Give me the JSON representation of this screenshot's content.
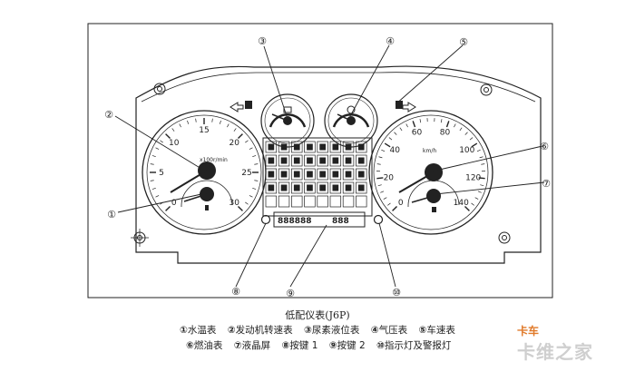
{
  "title": "低配仪表(J6P)",
  "legend": [
    {
      "num": "①",
      "text": "水温表"
    },
    {
      "num": "②",
      "text": "发动机转速表"
    },
    {
      "num": "③",
      "text": "尿素液位表"
    },
    {
      "num": "④",
      "text": "气压表"
    },
    {
      "num": "⑤",
      "text": "车速表"
    },
    {
      "num": "⑥",
      "text": "燃油表"
    },
    {
      "num": "⑦",
      "text": "液晶屏"
    },
    {
      "num": "⑧",
      "text": "按键 1"
    },
    {
      "num": "⑨",
      "text": "按键 2"
    },
    {
      "num": "⑩",
      "text": "指示灯及警报灯"
    }
  ],
  "callouts": [
    "①",
    "②",
    "③",
    "④",
    "⑤",
    "⑥",
    "⑦",
    "⑧",
    "⑨",
    "⑩"
  ],
  "tachometer": {
    "scale": [
      "0",
      "5",
      "10",
      "15",
      "20",
      "25",
      "30"
    ],
    "unit": "x100r/min"
  },
  "speedometer": {
    "scale": [
      "0",
      "20",
      "40",
      "60",
      "80",
      "100",
      "120",
      "140"
    ],
    "unit": "km/h"
  },
  "lcd": {
    "odometer": "888888",
    "trip": "888"
  },
  "watermark": {
    "top": "卡车",
    "bottom": "卡维之家"
  },
  "colors": {
    "line": "#222222",
    "watermark_orange": "#e07a2a"
  }
}
